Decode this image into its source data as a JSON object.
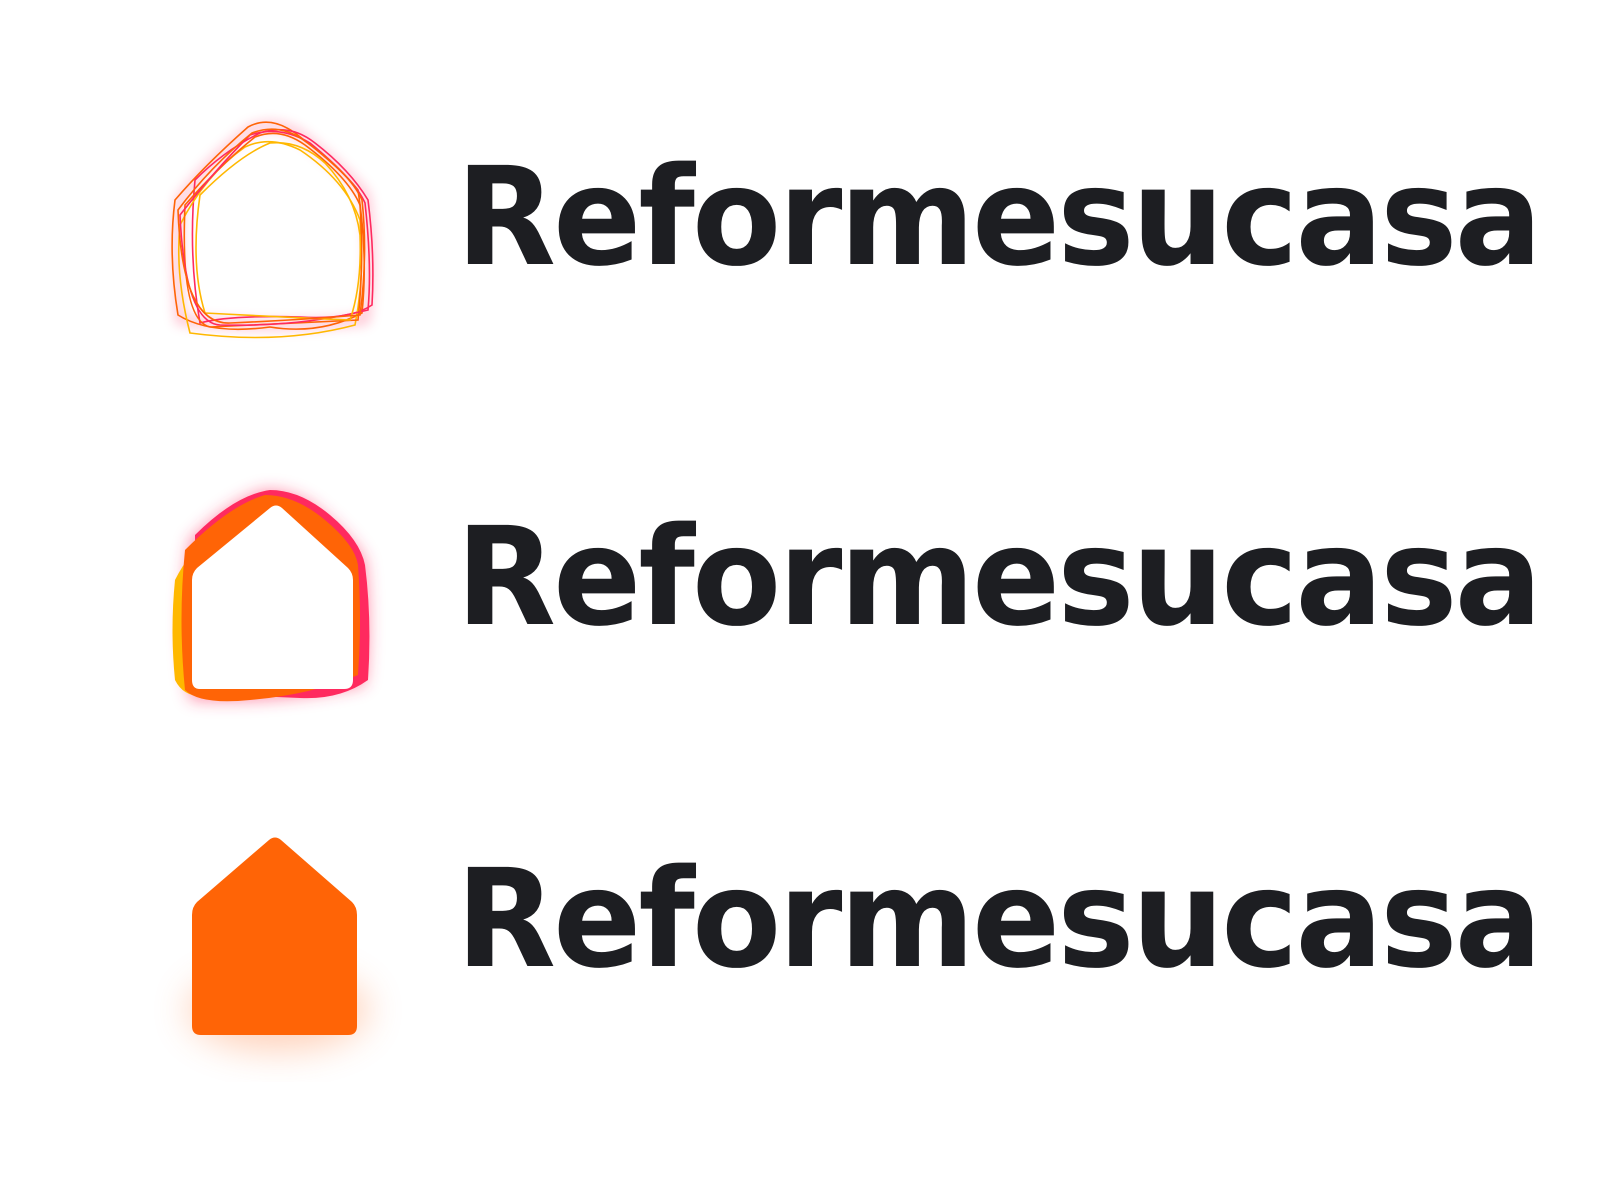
{
  "brand": {
    "name": "Reformesucasa",
    "colors": {
      "text": "#1d1e22",
      "orange": "#ff6406",
      "pink": "#ff2a5f",
      "yellow": "#ffb800",
      "background": "#ffffff"
    }
  },
  "logos": [
    {
      "variant": "outline-sketch",
      "wordmark": "Reformesucasa",
      "icon": "house-outline-multistroke-icon"
    },
    {
      "variant": "layered-gradient",
      "wordmark": "Reformesucasa",
      "icon": "house-layered-icon"
    },
    {
      "variant": "solid",
      "wordmark": "Reformesucasa",
      "icon": "house-solid-icon"
    }
  ]
}
